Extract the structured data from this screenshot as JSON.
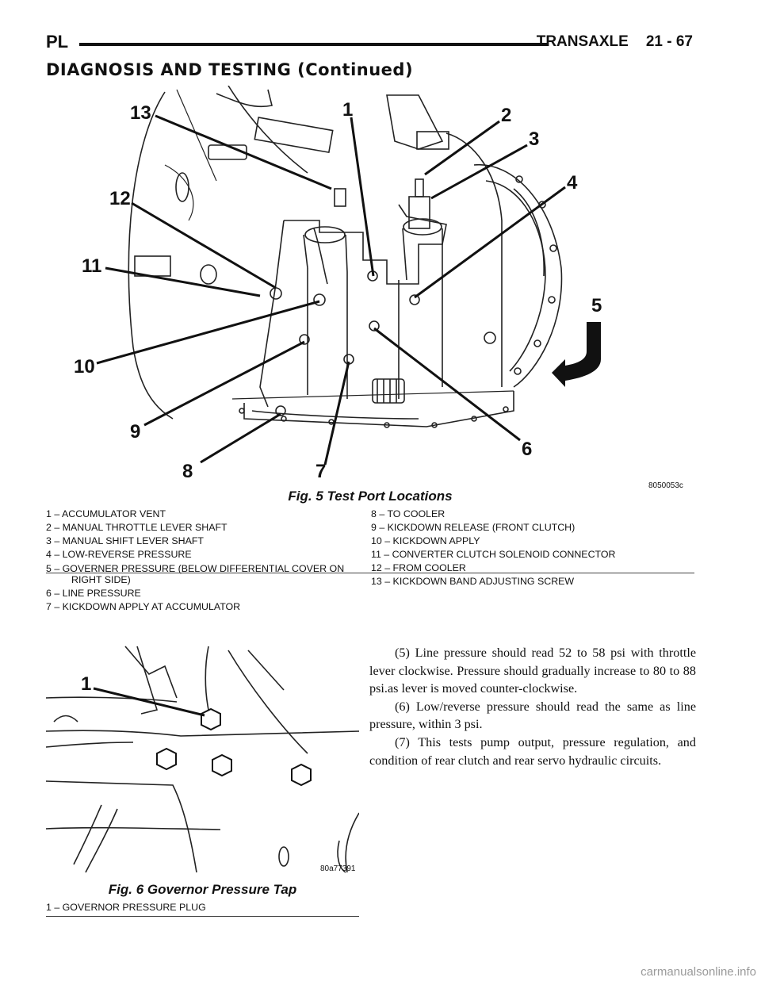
{
  "header": {
    "left": "PL",
    "section": "TRANSAXLE",
    "page": "21 - 67"
  },
  "section_title": "DIAGNOSIS AND TESTING (Continued)",
  "figure5": {
    "callouts": [
      "13",
      "1",
      "2",
      "3",
      "4",
      "12",
      "11",
      "5",
      "10",
      "9",
      "8",
      "7",
      "6"
    ],
    "code": "8050053c",
    "title": "Fig. 5 Test Port Locations",
    "legend_left": [
      "1 – ACCUMULATOR VENT",
      "2 – MANUAL THROTTLE LEVER SHAFT",
      "3 – MANUAL SHIFT LEVER SHAFT",
      "4 – LOW-REVERSE PRESSURE",
      "5 – GOVERNER PRESSURE (BELOW DIFFERENTIAL COVER ON RIGHT SIDE)",
      "6 – LINE PRESSURE",
      "7 – KICKDOWN APPLY AT ACCUMULATOR"
    ],
    "legend_right": [
      "8 – TO COOLER",
      "9 – KICKDOWN RELEASE (FRONT CLUTCH)",
      "10 – KICKDOWN APPLY",
      "11 – CONVERTER CLUTCH SOLENOID CONNECTOR",
      "12 – FROM COOLER",
      "13 – KICKDOWN BAND ADJUSTING SCREW"
    ]
  },
  "figure6": {
    "callout": "1",
    "code": "80a77391",
    "title": "Fig. 6 Governor Pressure Tap",
    "legend": "1 – GOVERNOR PRESSURE PLUG"
  },
  "body": [
    "(5) Line pressure should read 52 to 58 psi with throttle lever clockwise. Pressure should gradually increase to 80 to 88 psi.as lever is moved counter-clockwise.",
    "(6) Low/reverse pressure should read the same as line pressure, within 3 psi.",
    "(7) This tests pump output, pressure regulation, and condition of rear clutch and rear servo hydraulic circuits."
  ],
  "watermark": "carmanualsonline.info"
}
